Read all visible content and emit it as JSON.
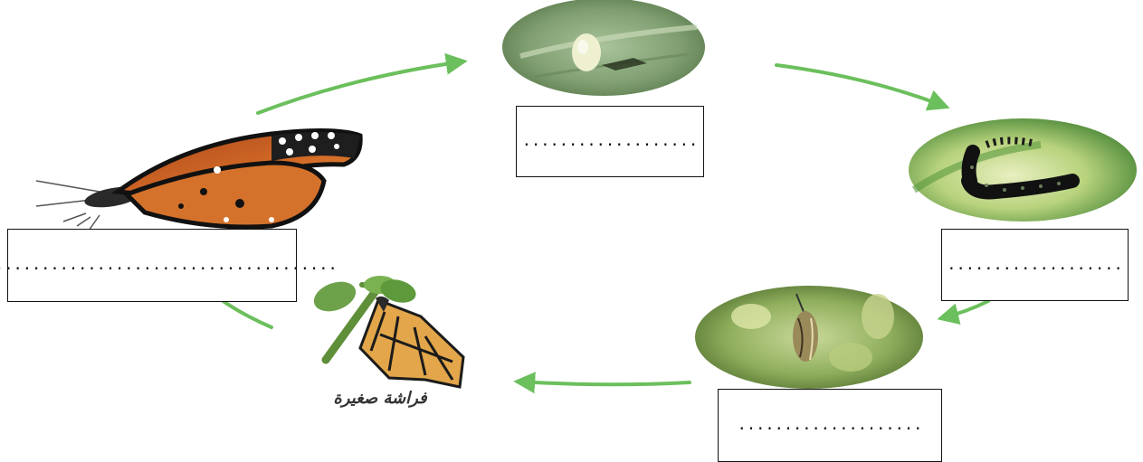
{
  "stages": {
    "egg": {
      "answer_placeholder": "..................."
    },
    "caterpillar": {
      "answer_placeholder": "..................."
    },
    "pupa": {
      "answer_placeholder": "...................."
    },
    "adult": {
      "answer_placeholder": "........................................"
    }
  },
  "images": {
    "egg": "egg-on-leaf",
    "caterpillar": "black-caterpillar-on-leaf",
    "pupa": "chrysalis-on-plant",
    "emerging": "butterfly-emerging-from-chrysalis",
    "adult": "orange-black-butterfly"
  },
  "emerging_caption": "فراشة صغيرة",
  "colors": {
    "arrow": "#6bbf5c",
    "box_border": "#111111",
    "butterfly_orange": "#c8621e",
    "leaf_green": "#7fa86a"
  }
}
